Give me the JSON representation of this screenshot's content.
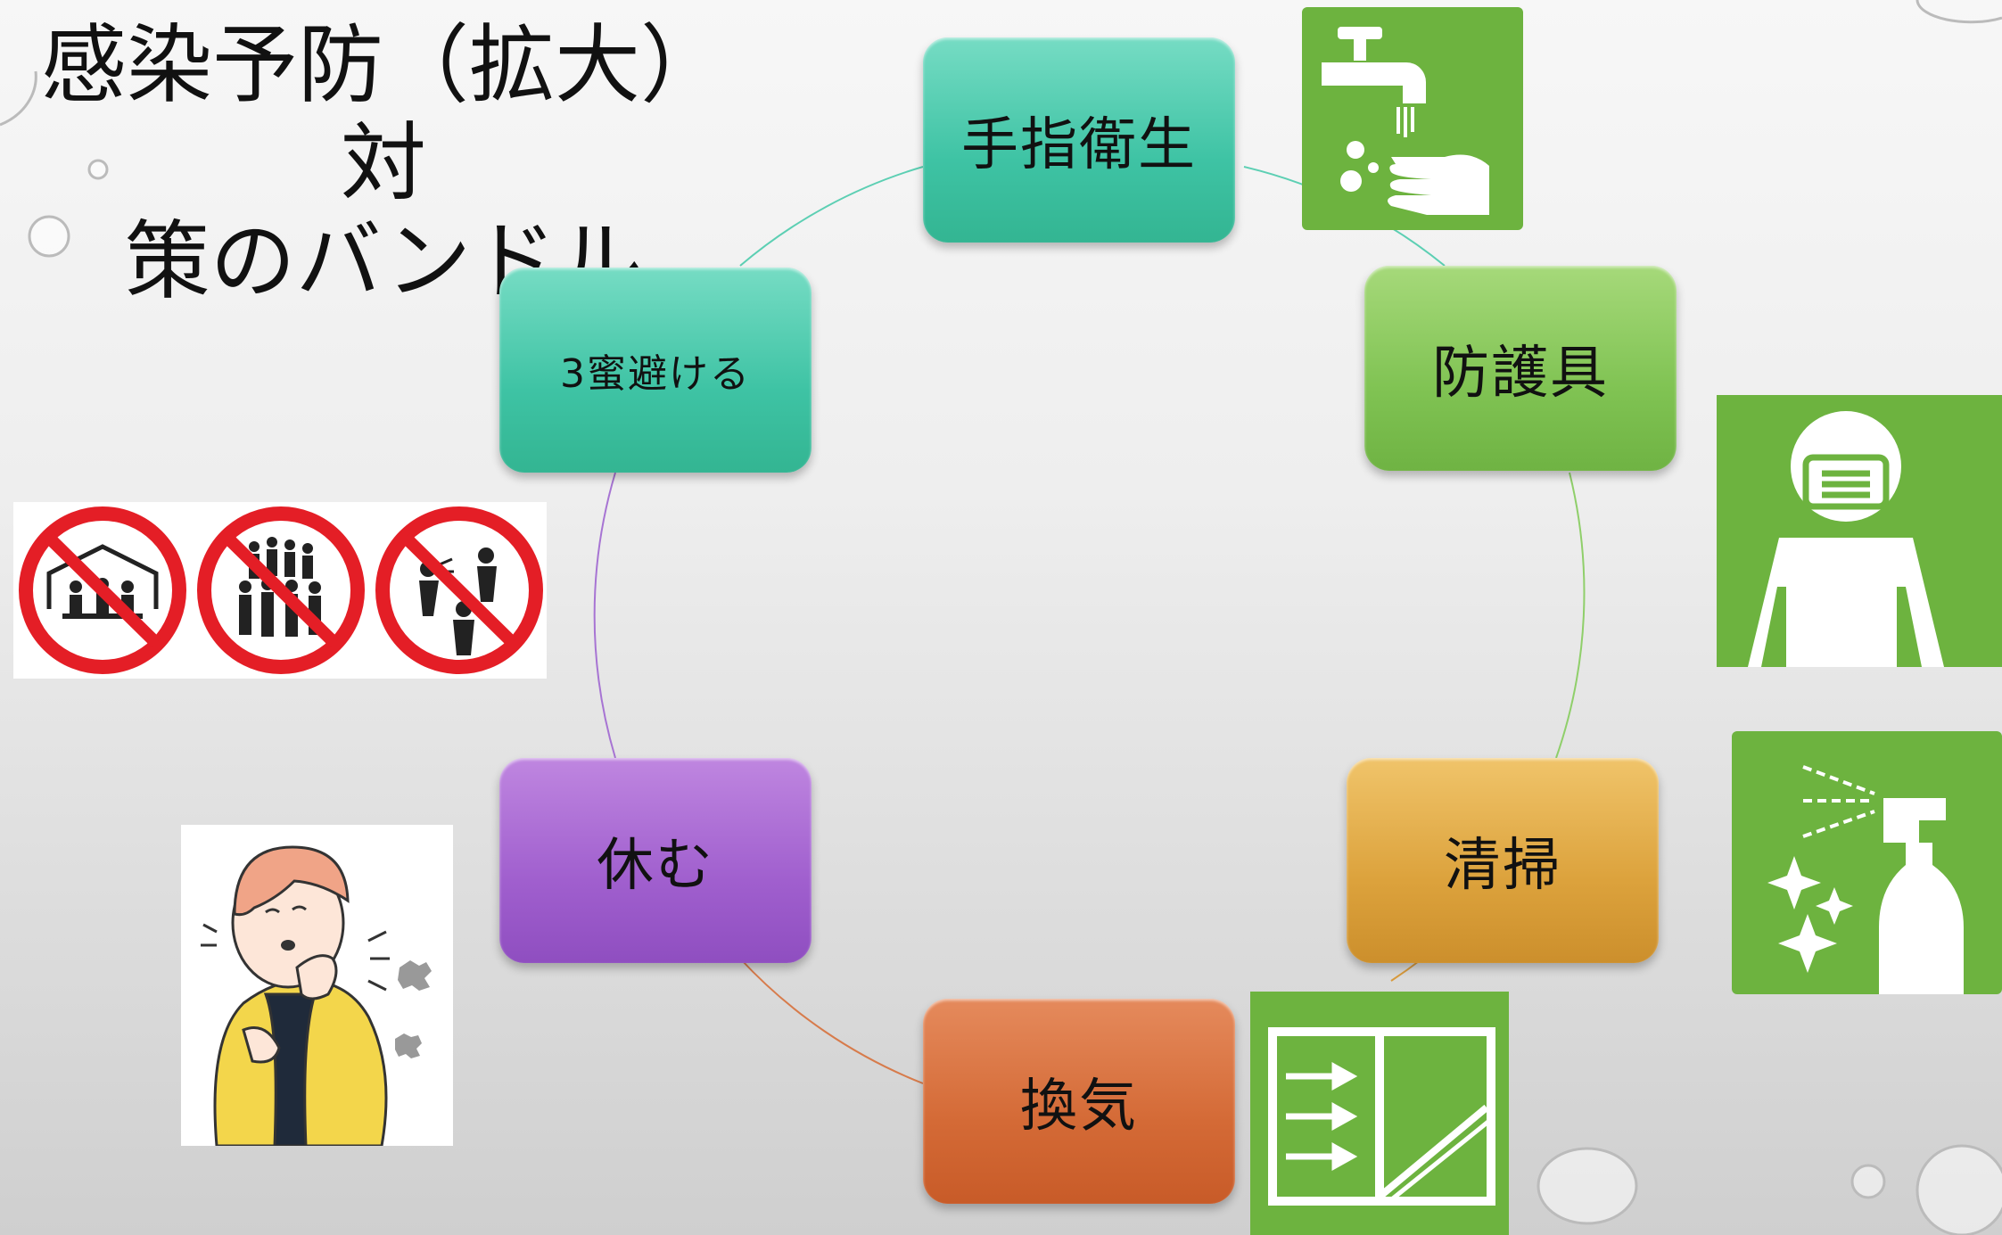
{
  "title": {
    "line1": "感染予防（拡大）対",
    "line2": "策のバンドル"
  },
  "nodes": {
    "hand_hygiene": "手指衛生",
    "protective_equipment": "防護具",
    "cleaning": "清掃",
    "ventilation": "換気",
    "rest": "休む",
    "avoid_3c": "3蜜避ける"
  },
  "icons": {
    "hand_hygiene": "faucet-handwash-icon",
    "protective_equipment": "face-mask-person-icon",
    "cleaning": "spray-bottle-icon",
    "ventilation": "open-window-icon",
    "rest": "coughing-person-illustration",
    "avoid_3c": "no-crowding-signs"
  },
  "colors": {
    "pictogram_green": "#6db33f",
    "prohibit_red": "#e41e26",
    "teal": "#3ec3a4",
    "green": "#80c353",
    "amber": "#dca23c",
    "orange": "#d46a36",
    "purple": "#a05fce"
  }
}
